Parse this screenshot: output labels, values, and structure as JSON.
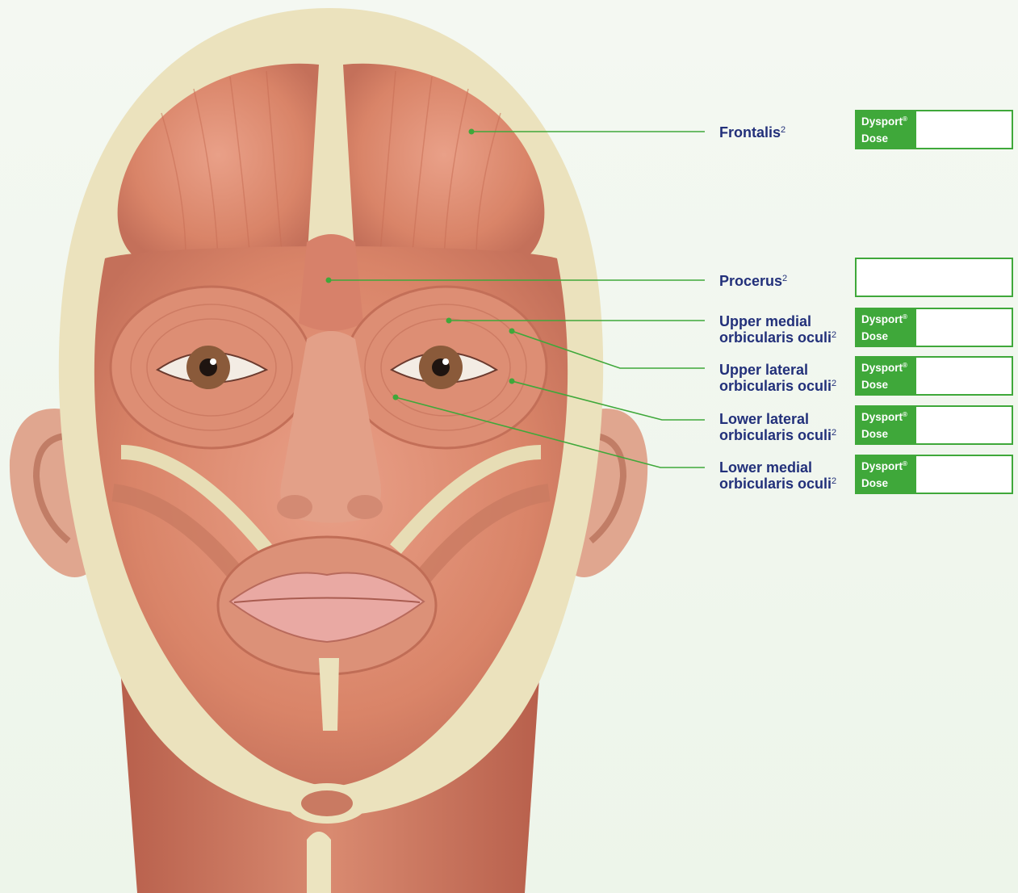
{
  "labels": {
    "frontalis": {
      "name": "Frontalis",
      "ref": "2"
    },
    "procerus": {
      "name": "Procerus",
      "ref": "2"
    },
    "upper_medial": {
      "line1": "Upper medial",
      "line2": "orbicularis oculi",
      "ref": "2"
    },
    "upper_lateral": {
      "line1": "Upper lateral",
      "line2": "orbicularis oculi",
      "ref": "2"
    },
    "lower_lateral": {
      "line1": "Lower lateral",
      "line2": "orbicularis oculi",
      "ref": "2"
    },
    "lower_medial": {
      "line1": "Lower medial",
      "line2": "orbicularis oculi",
      "ref": "2"
    }
  },
  "dose_tag": {
    "brand": "Dysport",
    "mark": "®",
    "word": "Dose"
  },
  "doses": {
    "frontalis": "",
    "procerus": "",
    "upper_medial": "",
    "upper_lateral": "",
    "lower_lateral": "",
    "lower_medial": ""
  },
  "colors": {
    "label_text": "#22307a",
    "accent_green": "#3fa83a",
    "muscle": "#d9836b",
    "bone": "#ece4c0"
  }
}
